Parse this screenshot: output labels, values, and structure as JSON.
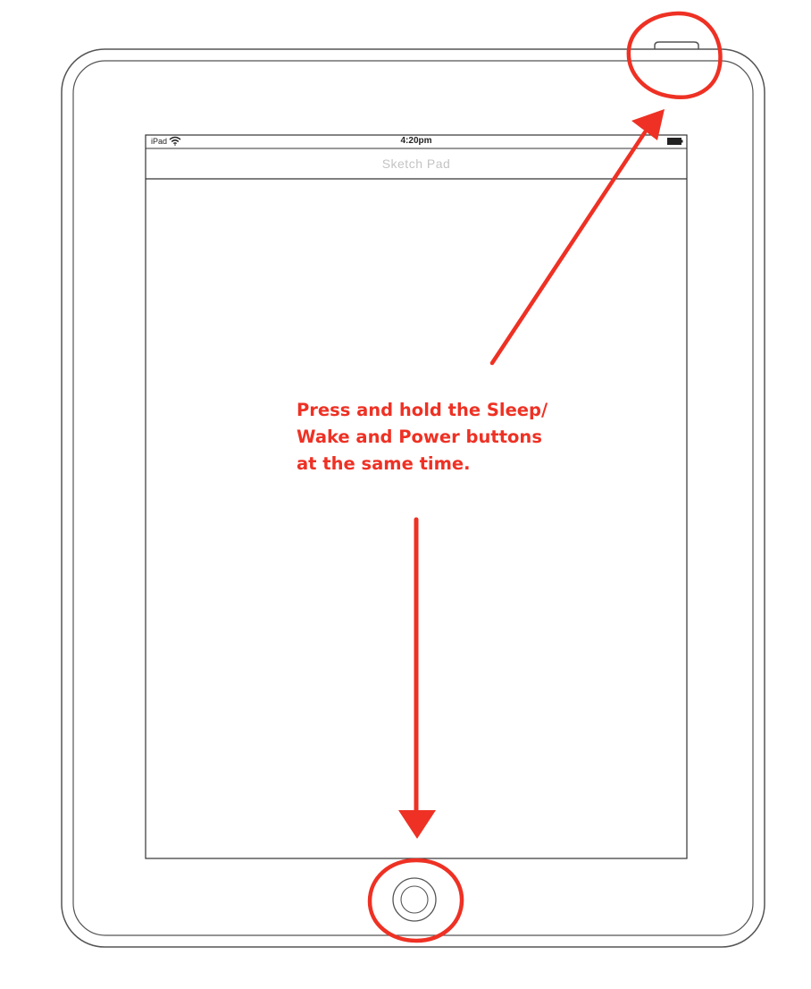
{
  "status_bar": {
    "carrier": "iPad",
    "time": "4:20pm"
  },
  "nav_bar": {
    "title": "Sketch Pad"
  },
  "callout": {
    "lines": [
      "Press and hold the Sleep/",
      "Wake and Power buttons",
      "at the same time."
    ]
  },
  "colors": {
    "annotation": "#ee3124",
    "outline": "#444444",
    "title": "#c4c4c4"
  },
  "icons": {
    "wifi": "wifi-icon",
    "battery": "battery-icon",
    "home_button": "home-button-icon",
    "sleep_wake_button": "sleep-wake-button-icon"
  }
}
